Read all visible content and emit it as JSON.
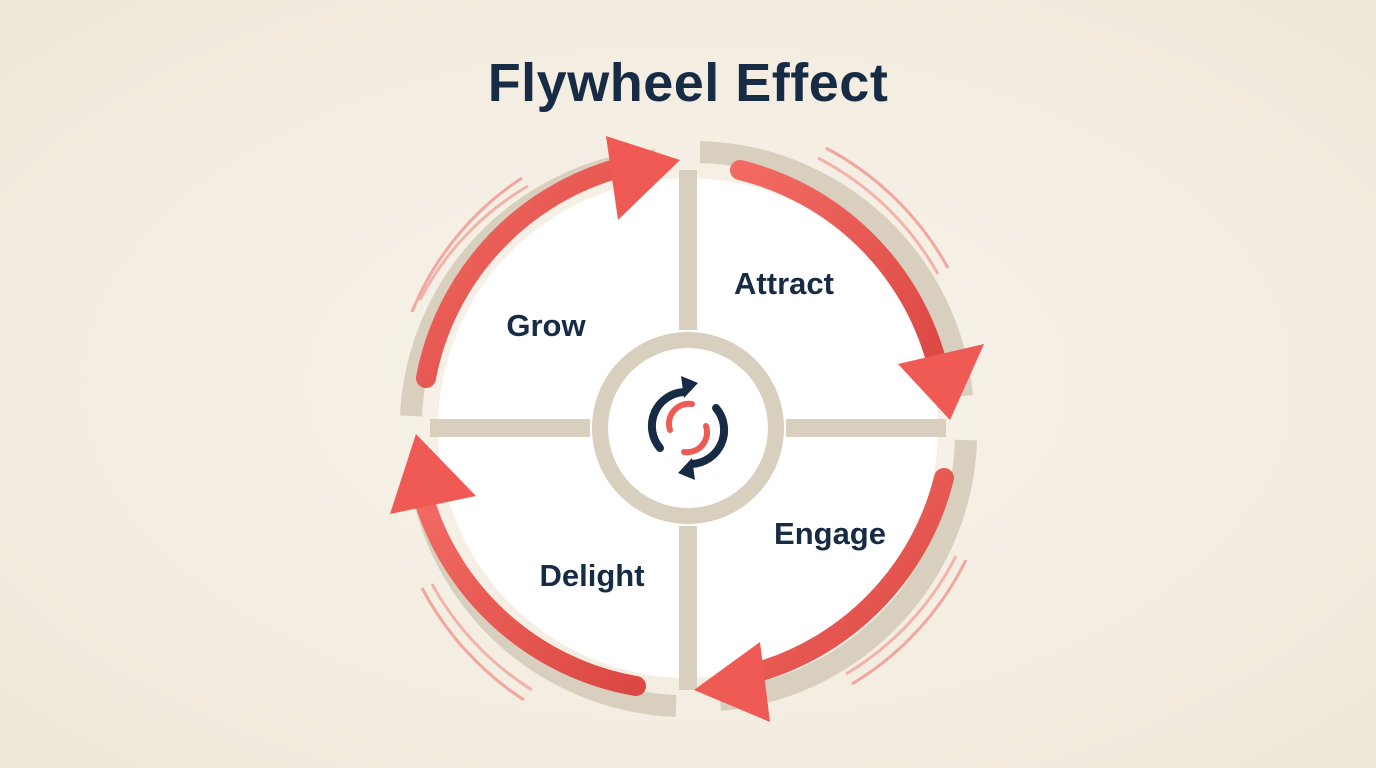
{
  "diagram": {
    "title": "Flywheel Effect",
    "stages": [
      {
        "label": "Attract"
      },
      {
        "label": "Engage"
      },
      {
        "label": "Delight"
      },
      {
        "label": "Grow"
      }
    ],
    "center_icon": "cycle-arrows-icon",
    "colors": {
      "background": "#f5efe4",
      "title": "#172b45",
      "arrow": "#ef5a55",
      "arrow_dark": "#d94440",
      "rim": "#d7cfbf",
      "segment_fill": "#ffffff",
      "label": "#172b45"
    }
  }
}
